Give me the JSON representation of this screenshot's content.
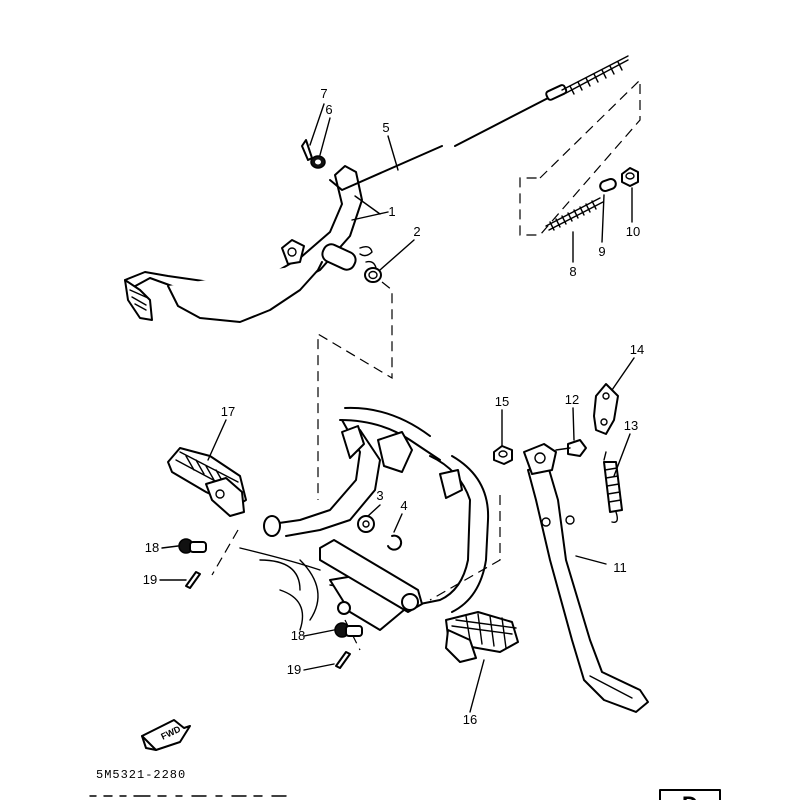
{
  "callouts": {
    "c1": "1",
    "c2": "2",
    "c3": "3",
    "c4": "4",
    "c5": "5",
    "c6": "6",
    "c7": "7",
    "c8": "8",
    "c9": "9",
    "c10": "10",
    "c11": "11",
    "c12": "12",
    "c13": "13",
    "c14": "14",
    "c15": "15",
    "c16": "16",
    "c17": "17",
    "c18a": "18",
    "c18b": "18",
    "c19a": "19",
    "c19b": "19"
  },
  "fwd_label": "FWD",
  "diagram_code": "5M5321-2280",
  "corner_mark": "D"
}
